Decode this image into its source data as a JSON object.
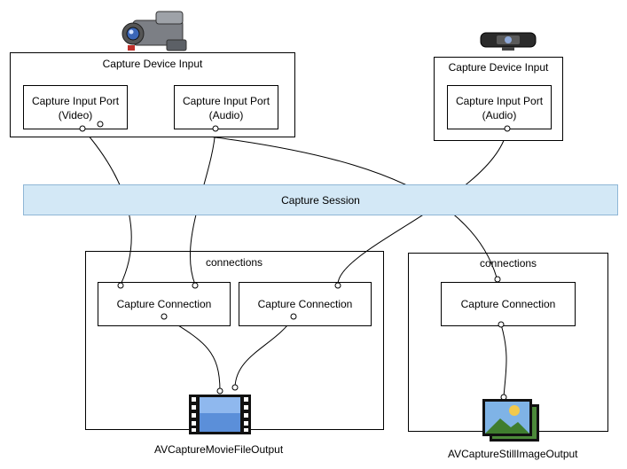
{
  "device_inputs": [
    {
      "title": "Capture Device Input",
      "icon": "video-camera-icon",
      "ports": [
        {
          "line1": "Capture Input Port",
          "line2": "(Video)"
        },
        {
          "line1": "Capture Input Port",
          "line2": "(Audio)"
        }
      ]
    },
    {
      "title": "Capture Device Input",
      "icon": "webcam-icon",
      "ports": [
        {
          "line1": "Capture Input Port",
          "line2": "(Audio)"
        }
      ]
    }
  ],
  "session": {
    "label": "Capture Session"
  },
  "outputs": [
    {
      "connections_label": "connections",
      "connections": [
        "Capture Connection",
        "Capture Connection"
      ],
      "icon": "film-strip-icon",
      "name": "AVCaptureMovieFileOutput"
    },
    {
      "connections_label": "connections",
      "connections": [
        "Capture Connection"
      ],
      "icon": "photo-stack-icon",
      "name": "AVCaptureStillImageOutput"
    }
  ]
}
